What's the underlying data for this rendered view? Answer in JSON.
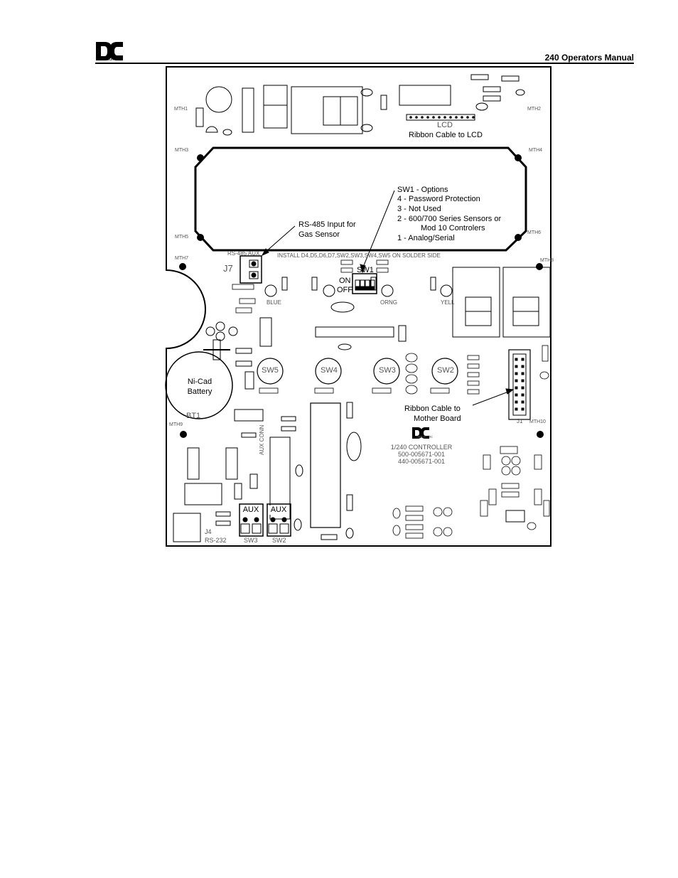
{
  "header": {
    "title": "240 Operators Manual",
    "logo_caption": "detcon inc"
  },
  "callouts": {
    "ribbon_lcd": "Ribbon Cable to LCD",
    "sw1_title": "SW1 - Options",
    "sw1_opt4": "4 - Password Protection",
    "sw1_opt3": "3 - Not Used",
    "sw1_opt2a": "2 - 600/700 Series Sensors or",
    "sw1_opt2b": "Mod 10 Controlers",
    "sw1_opt1": "1 - Analog/Serial",
    "rs485_a": "RS-485 Input for",
    "rs485_b": "Gas Sensor",
    "battery_a": "Ni-Cad",
    "battery_b": "Battery",
    "ribbon_mother_a": "Ribbon Cable to",
    "ribbon_mother_b": "Mother Board",
    "sw1_on": "ON",
    "sw1_off": "OFF",
    "sw1_name": "SW1",
    "aux1": "AUX",
    "aux2": "AUX"
  },
  "silkscreen": {
    "mth1": "MTH1",
    "mth2": "MTH2",
    "mth3": "MTH3",
    "mth4": "MTH4",
    "mth5": "MTH5",
    "mth6": "MTH6",
    "mth7": "MTH7",
    "mth8": "MTH8",
    "mth9": "MTH9",
    "mth10": "MTH10",
    "lcd": "LCD",
    "install_note": "INSTALL D4,D5,D6,D7,SW2,SW3,SW4,SW5 ON SOLDER SIDE",
    "rs485_aux": "RS-485 AUX",
    "j7": "J7",
    "sw5": "SW5",
    "sw4": "SW4",
    "sw3_btn": "SW3",
    "sw2_btn": "SW2",
    "bt1": "BT1",
    "blue": "BLUE",
    "yell": "YELL",
    "orng": "ORNG",
    "j1": "J1",
    "j4": "J4",
    "rs232": "RS-232",
    "sw3_term": "SW3",
    "sw2_term": "SW2",
    "aux_conn": "AUX CONN",
    "product_line1": "1/240 CONTROLLER",
    "product_line2": "500-005671-001",
    "product_line3": "440-005671-001",
    "detcon_small": "detcon inc"
  }
}
